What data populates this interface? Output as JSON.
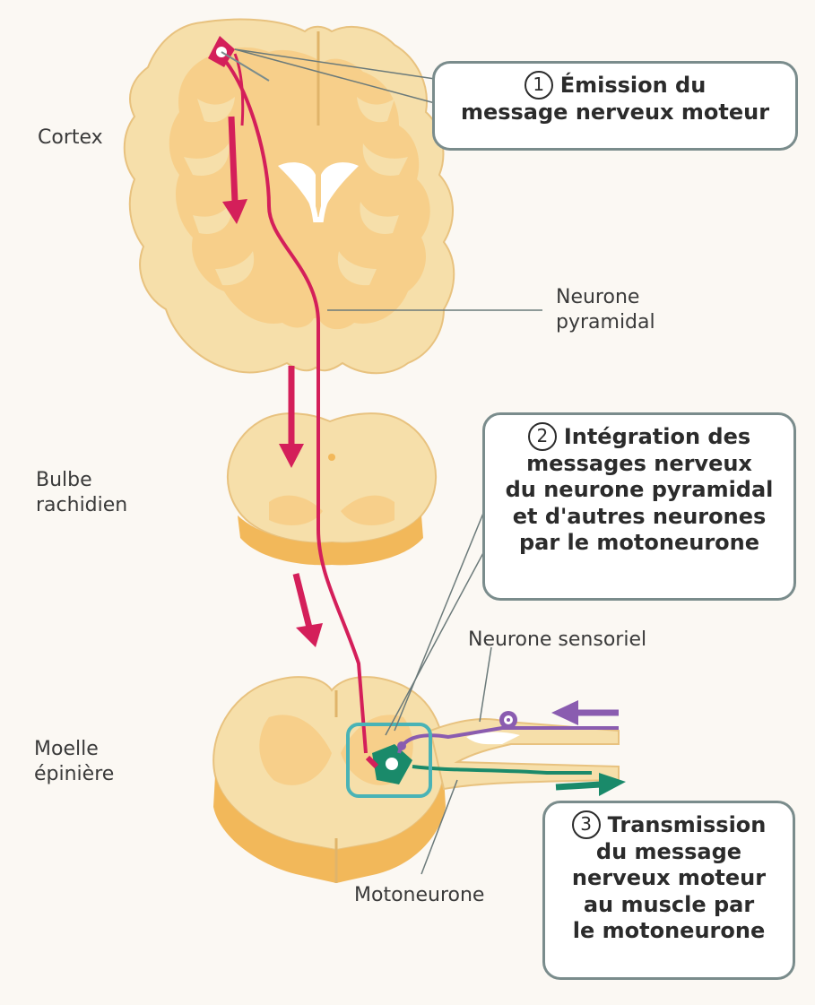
{
  "labels": {
    "cortex": "Cortex",
    "neurone_pyramidal": [
      "Neurone",
      "pyramidal"
    ],
    "bulbe": [
      "Bulbe",
      "rachidien"
    ],
    "moelle": [
      "Moelle",
      "épinière"
    ],
    "neurone_sensoriel": "Neurone sensoriel",
    "motoneurone": "Motoneurone"
  },
  "callouts": {
    "c1": {
      "number": "1",
      "lines": [
        "Émission du",
        "message nerveux moteur"
      ]
    },
    "c2": {
      "number": "2",
      "lines": [
        "Intégration des",
        "messages nerveux",
        "du neurone pyramidal",
        "et d'autres neurones",
        "par le motoneurone"
      ]
    },
    "c3": {
      "number": "3",
      "lines": [
        "Transmission",
        "du message",
        "nerveux moteur",
        "au muscle par",
        "le motoneurone"
      ]
    }
  },
  "colors": {
    "brain_outer": "#f6dfaa",
    "brain_inner": "#f7cf8a",
    "grey_matter": "#f3bd62",
    "pathway": "#d41f5a",
    "sensory": "#8a5cb0",
    "motor": "#1a8a6a",
    "highlight": "#49b3b6"
  }
}
